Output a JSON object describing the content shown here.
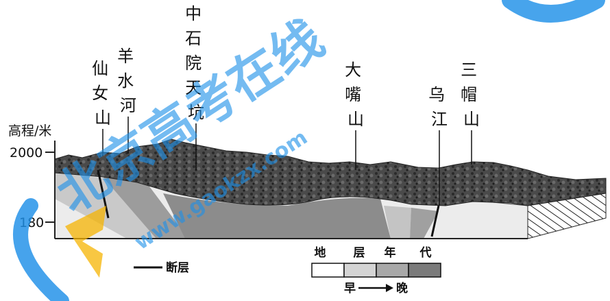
{
  "axis": {
    "title": "高程/米",
    "tick_2000": "2000",
    "tick_180": "180"
  },
  "places": {
    "xiannvshan": [
      "仙",
      "女",
      "山"
    ],
    "yangshuihe": [
      "羊",
      "水",
      "河"
    ],
    "zhongshiyuan": [
      "中",
      "石",
      "院",
      "天",
      "坑"
    ],
    "dazuishan": [
      "大",
      "嘴",
      "山"
    ],
    "wujiang": [
      "乌",
      "江"
    ],
    "sanmaoshan": [
      "三",
      "帽",
      "山"
    ]
  },
  "legend": {
    "fault_label": "断层",
    "strata_title": [
      "地",
      "层",
      "年",
      "代"
    ],
    "early": "早",
    "late": "晚"
  },
  "watermark": {
    "text": "北京高考在线",
    "url": "www.gaokzx.com"
  },
  "colors": {
    "terrain_dark": "#3b3b3b",
    "strata_1": "#ffffff",
    "strata_2": "#d4d4d4",
    "strata_3": "#a8a8a8",
    "strata_4": "#7a7a7a",
    "watermark": "#1e90e8"
  }
}
